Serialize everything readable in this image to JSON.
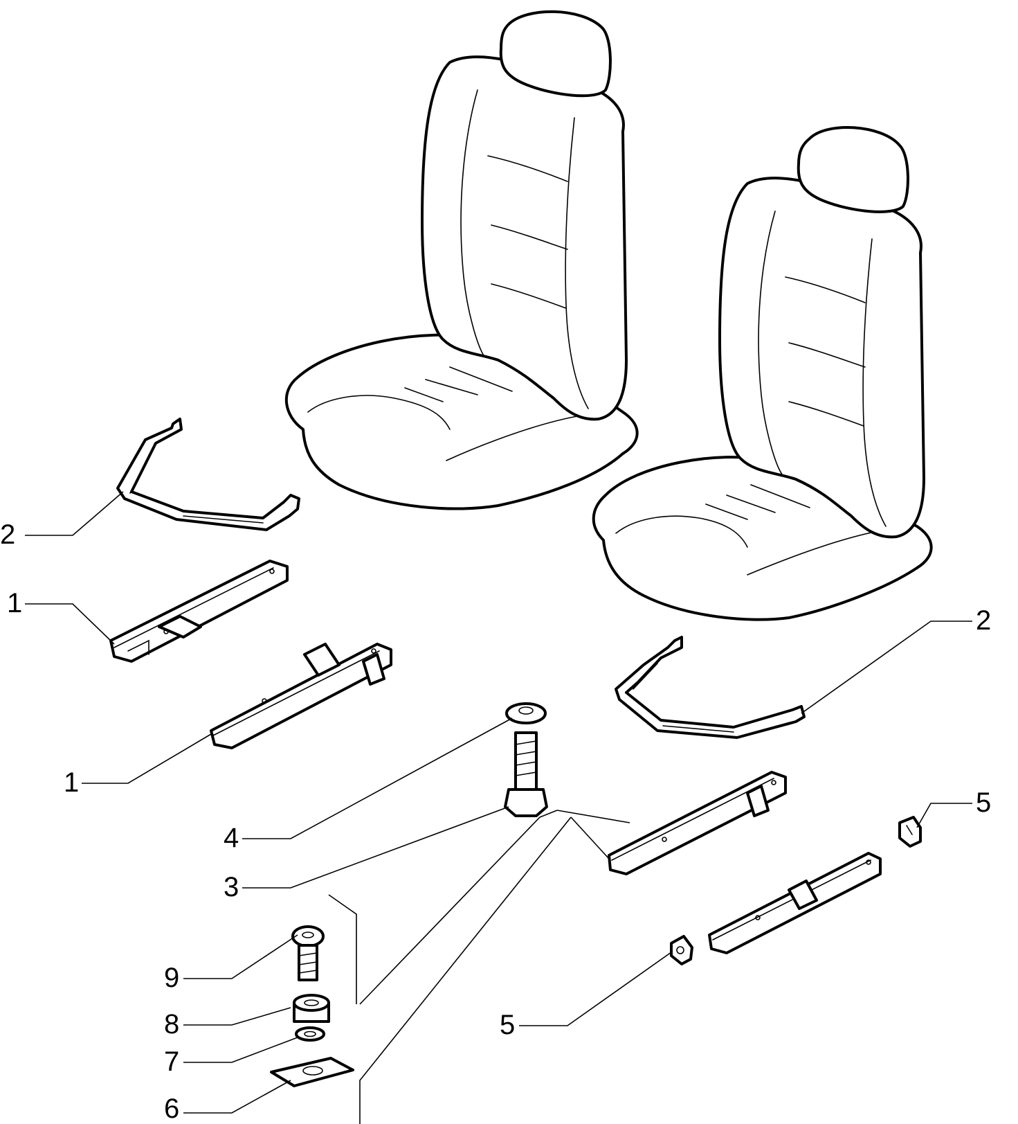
{
  "diagram": {
    "callouts": [
      {
        "id": "c2a",
        "label": "2"
      },
      {
        "id": "c1a",
        "label": "1"
      },
      {
        "id": "c1b",
        "label": "1"
      },
      {
        "id": "c2b",
        "label": "2"
      },
      {
        "id": "c4",
        "label": "4"
      },
      {
        "id": "c3",
        "label": "3"
      },
      {
        "id": "c5a",
        "label": "5"
      },
      {
        "id": "c5b",
        "label": "5"
      },
      {
        "id": "c9",
        "label": "9"
      },
      {
        "id": "c8",
        "label": "8"
      },
      {
        "id": "c7",
        "label": "7"
      },
      {
        "id": "c6",
        "label": "6"
      }
    ],
    "colors": {
      "line": "#000000",
      "background": "#ffffff"
    }
  }
}
